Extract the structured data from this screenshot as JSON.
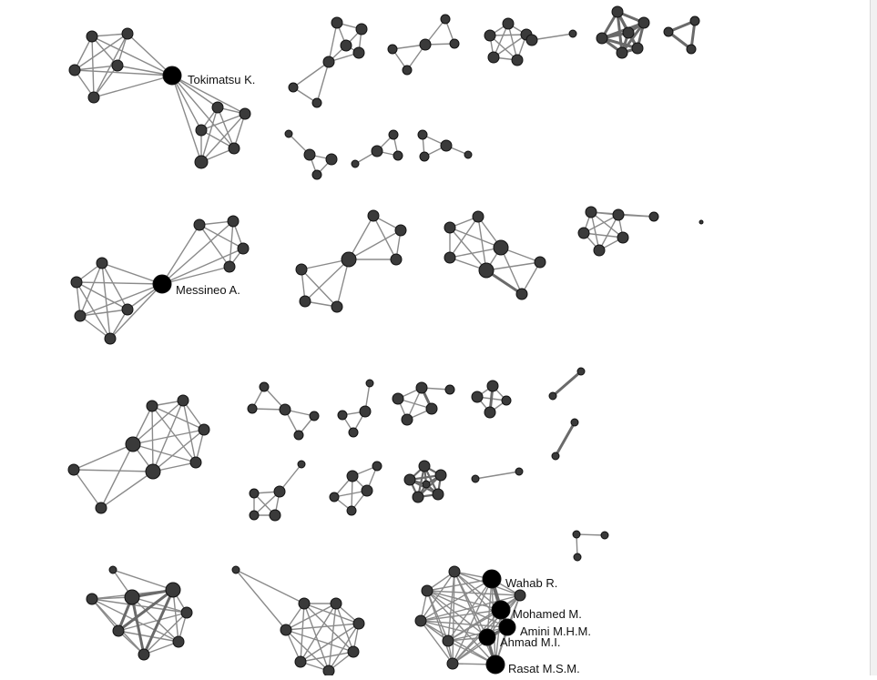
{
  "colors": {
    "background": "#ffffff",
    "edge": "#8a8a8a",
    "edge_strong": "#6a6a6a",
    "node_fill": "#3a3a3a",
    "node_stroke": "#111111",
    "hub_fill": "#000000",
    "label": "#111111"
  },
  "labels": {
    "tokimatsu": "Tokimatsu K.",
    "messineo": "Messineo A.",
    "wahab": "Wahab R.",
    "mohamed": "Mohamed M.",
    "amini": "Amini M.H.M.",
    "ahmad": "Ahmad M.I.",
    "rasat": "Rasat M.S.M."
  }
}
